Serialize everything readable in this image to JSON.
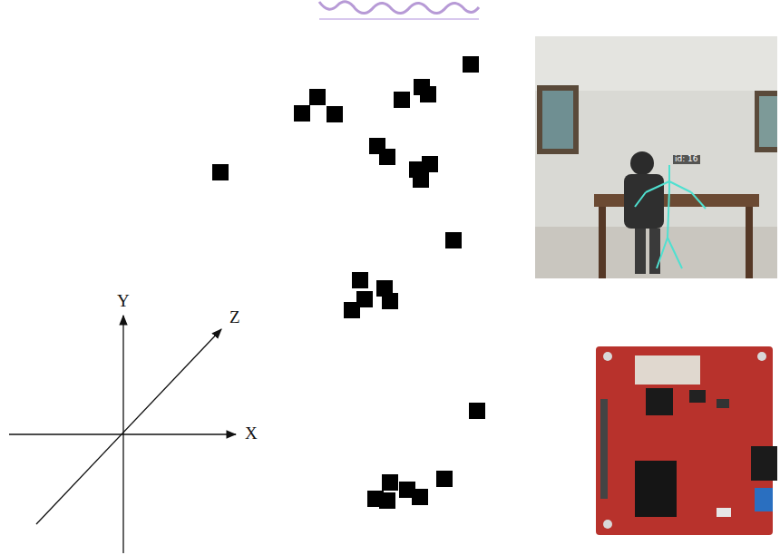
{
  "diagram": {
    "labels": [
      "Y",
      "Z",
      "X",
      "id: 16"
    ]
  }
}
